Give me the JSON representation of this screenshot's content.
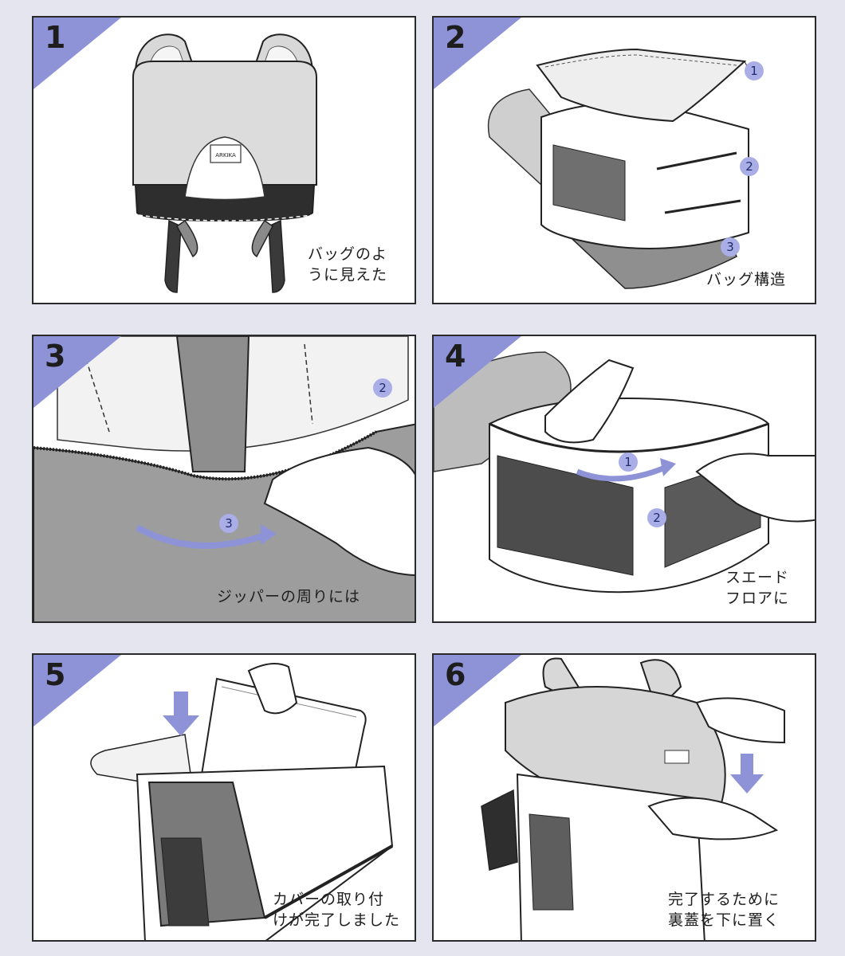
{
  "colors": {
    "accent": "#8d93d6",
    "badge": "#a9aee6",
    "line": "#2a2a2a",
    "gray": "#9a9a9a",
    "lightgray": "#e2e2e2"
  },
  "steps": [
    {
      "number": "1",
      "caption": [
        "バッグのよ",
        "うに見えた"
      ],
      "brand": "ARKIKA"
    },
    {
      "number": "2",
      "caption": [
        "バッグ構造"
      ],
      "markers": [
        "1",
        "2",
        "3"
      ]
    },
    {
      "number": "3",
      "caption": [
        "ジッパーの周りには"
      ],
      "markers": [
        "2",
        "3"
      ]
    },
    {
      "number": "4",
      "caption": [
        "スエード",
        "フロアに"
      ],
      "markers": [
        "1",
        "2"
      ]
    },
    {
      "number": "5",
      "caption": [
        "カバーの取り付",
        "けが完了しました"
      ]
    },
    {
      "number": "6",
      "caption": [
        "完了するために",
        "裏蓋を下に置く"
      ]
    }
  ]
}
